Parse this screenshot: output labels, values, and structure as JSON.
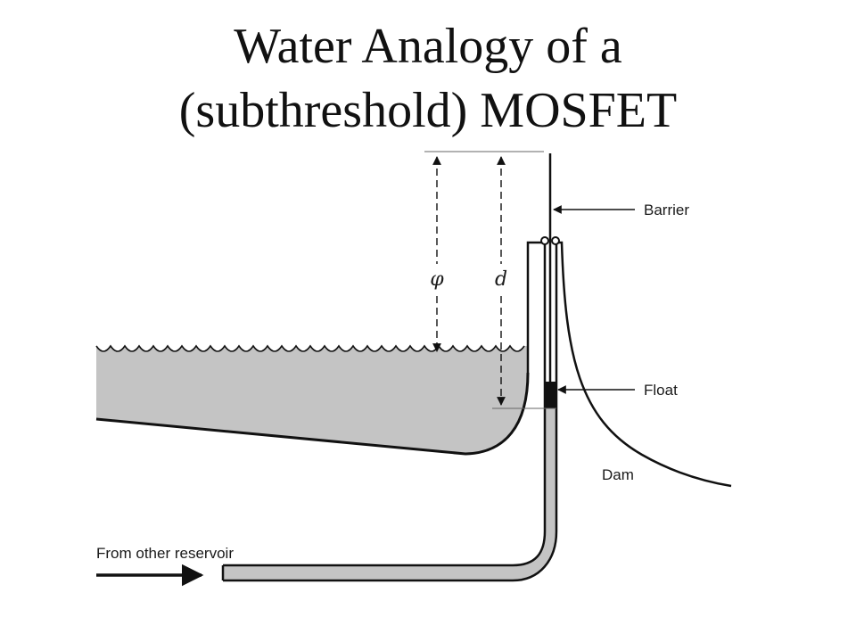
{
  "title": {
    "line1": "Water Analogy of a",
    "line2": "(subthreshold) MOSFET"
  },
  "diagram": {
    "labels": {
      "barrier": "Barrier",
      "float": "Float",
      "dam": "Dam",
      "source": "From other reservoir",
      "phi": "φ",
      "d": "d"
    },
    "colors": {
      "water": "#c4c4c4",
      "ink": "#111111",
      "float": "#111111"
    }
  }
}
